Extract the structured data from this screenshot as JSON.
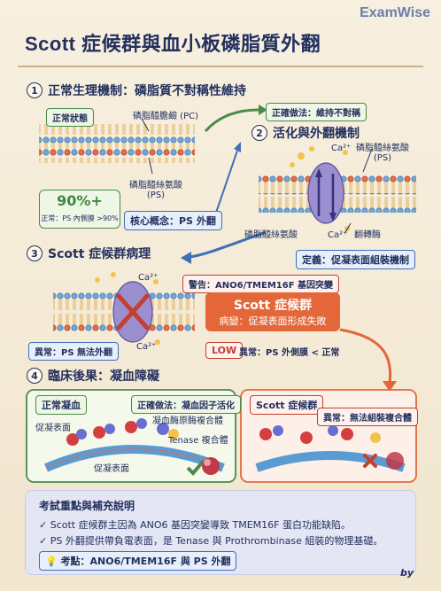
{
  "brand": "ExamWise",
  "title": "Scott 症候群與血小板磷脂質外翻",
  "s1": {
    "num": "1",
    "title": "正常生理機制：磷脂質不對稱性維持",
    "state": "正常狀態",
    "pc_label": "磷脂醯膽鹼 (PC)",
    "ps_label": "磷脂醯絲氨酸\n(PS)",
    "stat_big": "90%+",
    "stat_small": "正常：PS 內側膜 >90%",
    "core": "核心概念：PS 外翻"
  },
  "s2": {
    "num": "2",
    "title": "活化與外翻機制",
    "right_practice": "正確做法：維持不對稱",
    "ps_label": "磷脂醯絲氨酸\n(PS)",
    "ps_label2": "磷脂醯絲氨酸",
    "ca": "Ca²⁺",
    "ca2": "Ca²⁺",
    "scramblase": "翻轉酶",
    "definition": "定義：促凝表面組裝機制"
  },
  "s3": {
    "num": "3",
    "title": "Scott 症候群病理",
    "warning": "警告：ANO6/TMEM16F 基因突變",
    "ca": "Ca²⁺",
    "ca2": "Ca²⁺",
    "abnormal": "異常：PS 無法外翻",
    "box_title": "Scott 症候群",
    "box_sub": "病變：促凝表面形成失敗",
    "low": "LOW",
    "low_text": "異常：PS 外側膜 < 正常"
  },
  "s4": {
    "num": "4",
    "title": "臨床後果：凝血障礙",
    "normal_title": "正常凝血",
    "right_practice": "正確做法：凝血因子活化",
    "prothrombinase": "凝血酶原酶複合體",
    "tenase": "Tenase 複合體",
    "surface1": "促凝表面",
    "surface2": "促凝表面",
    "scott_title": "Scott 症候群",
    "scott_abnormal": "異常：無法組裝複合體"
  },
  "footer": {
    "title": "考試重點與補充說明",
    "line1": "✓ Scott 症候群主因為 ANO6 基因突變導致 TMEM16F 蛋白功能缺陷。",
    "line2": "✓ PS 外翻提供帶負電表面，是 Tenase 與 Prothrombinase 組裝的物理基礎。",
    "tip": "考點：ANO6/TMEM16F 與 PS 外翻",
    "by": "by"
  },
  "colors": {
    "navy": "#23305e",
    "green": "#4a8a4a",
    "red": "#c2402f",
    "blue": "#3e6fb8",
    "orange": "#e4673a"
  }
}
